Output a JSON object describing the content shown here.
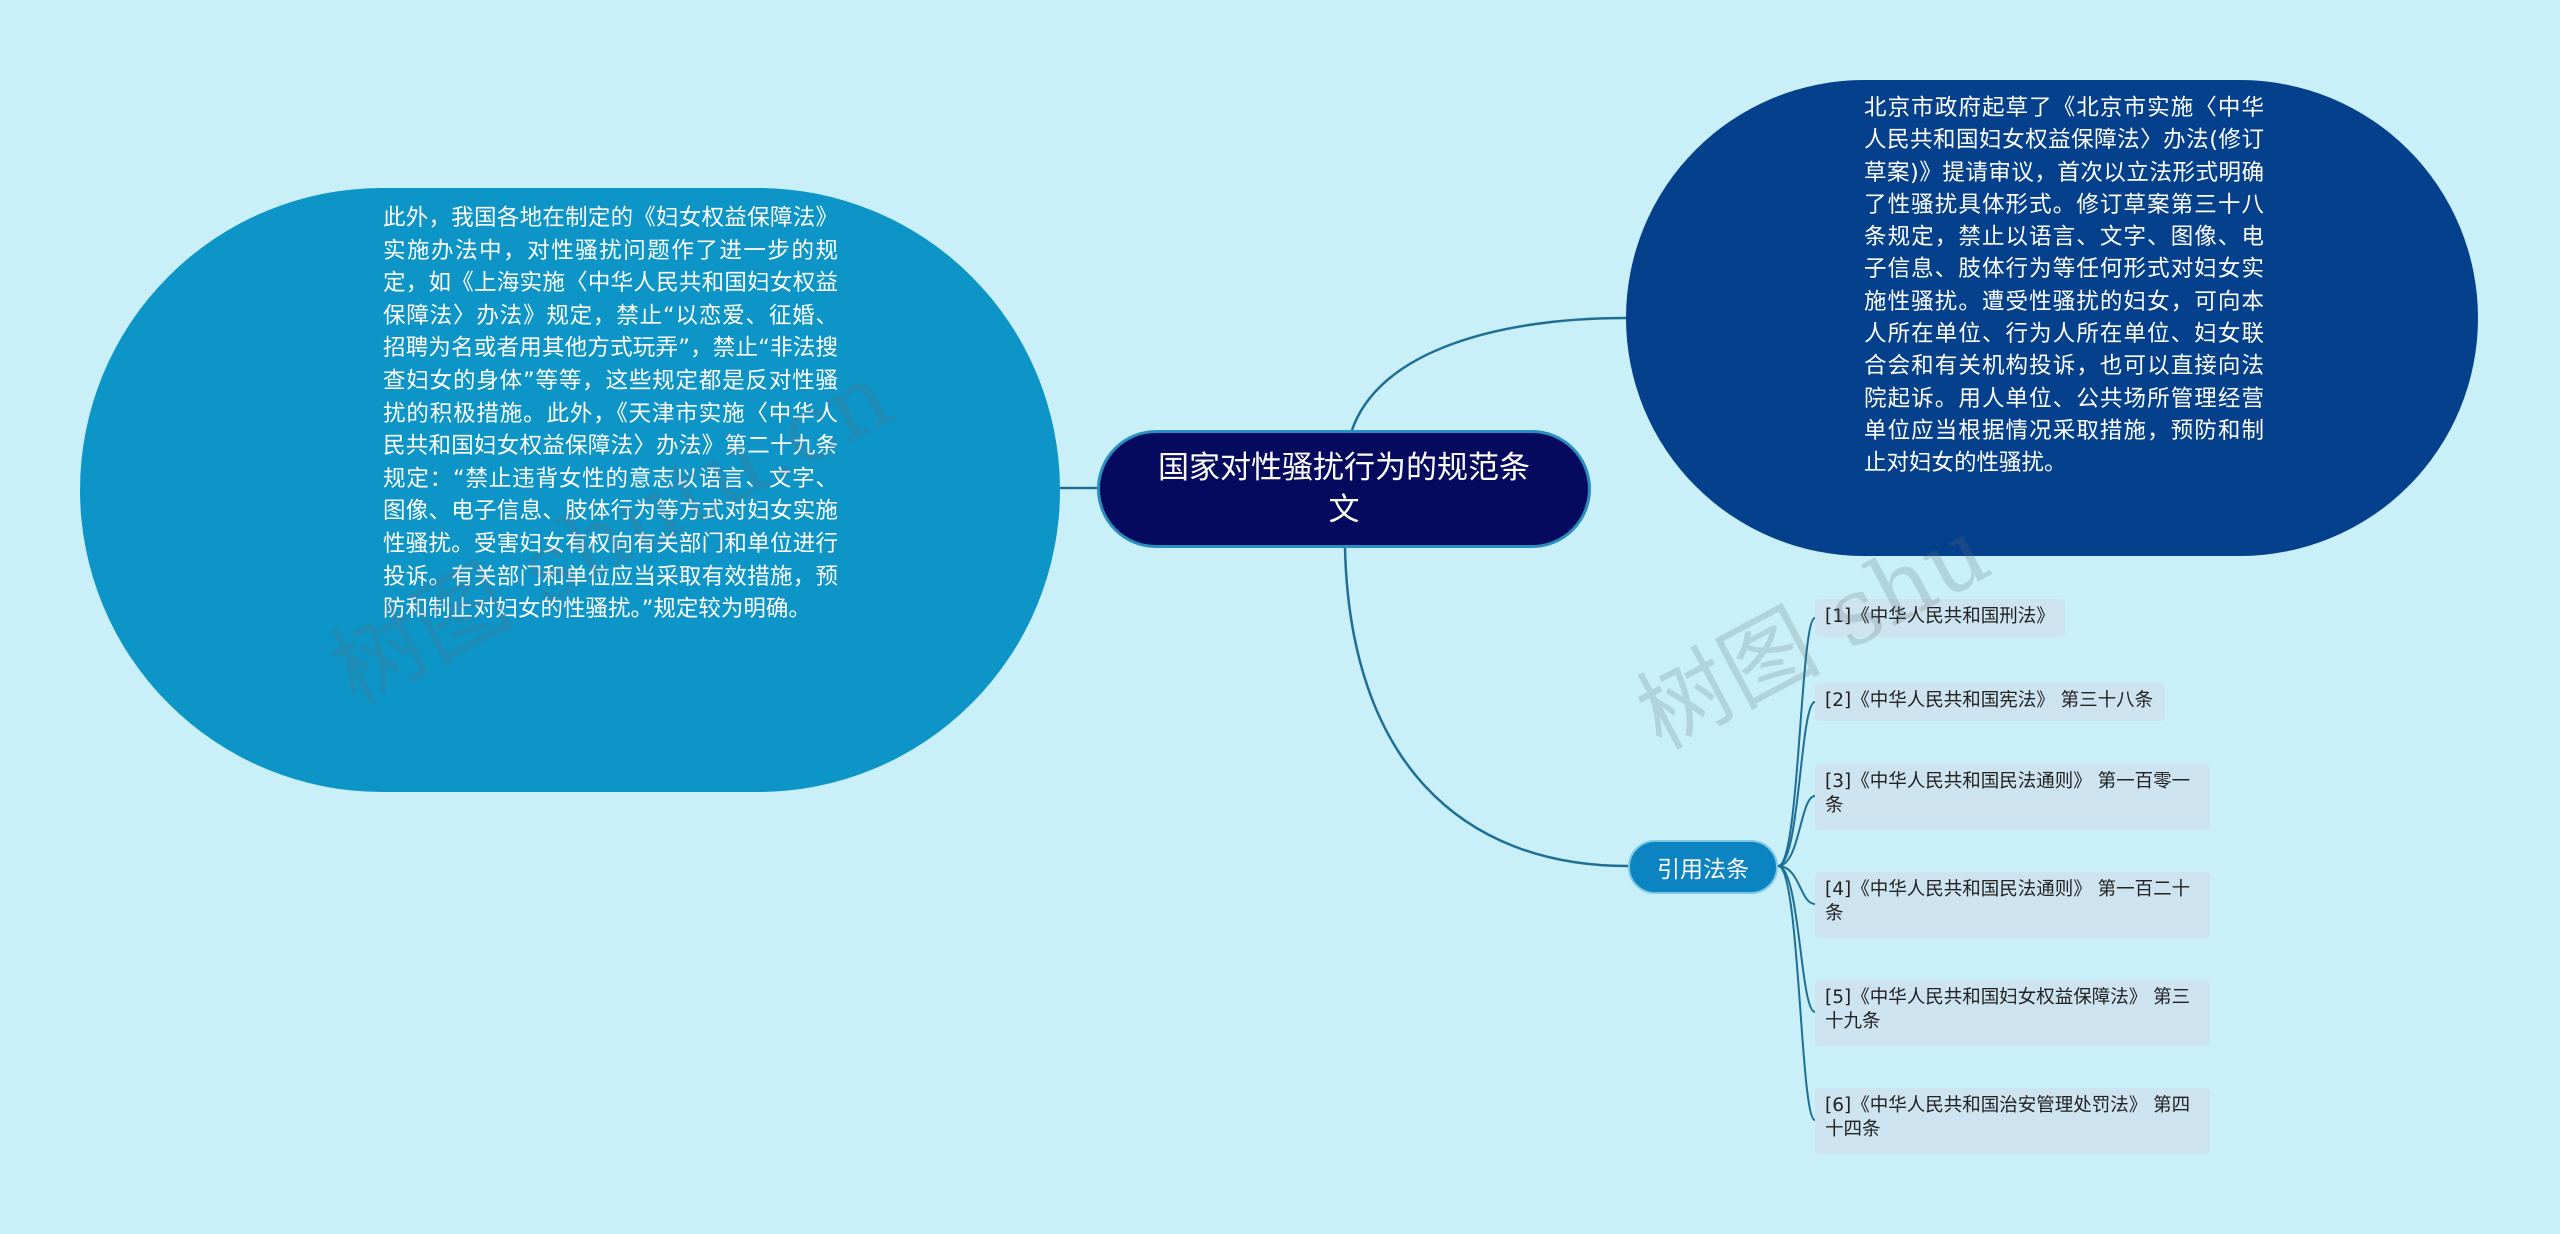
{
  "center": {
    "title": "国家对性骚扰行为的规范条文"
  },
  "left_node": {
    "text": "此外，我国各地在制定的《妇女权益保障法》实施办法中，对性骚扰问题作了进一步的规定，如《上海实施〈中华人民共和国妇女权益保障法〉办法》规定，禁止“以恋爱、征婚、招聘为名或者用其他方式玩弄”，禁止“非法搜查妇女的身体”等等，这些规定都是反对性骚扰的积极措施。此外，《天津市实施〈中华人民共和国妇女权益保障法〉办法》第二十九条规定：“禁止违背女性的意志以语言、文字、图像、电子信息、肢体行为等方式对妇女实施性骚扰。受害妇女有权向有关部门和单位进行投诉。有关部门和单位应当采取有效措施，预防和制止对妇女的性骚扰。”规定较为明确。"
  },
  "right_node": {
    "text": "北京市政府起草了《北京市实施〈中华人民共和国妇女权益保障法〉办法(修订草案)》提请审议，首次以立法形式明确了性骚扰具体形式。修订草案第三十八条规定，禁止以语言、文字、图像、电子信息、肢体行为等任何形式对妇女实施性骚扰。遭受性骚扰的妇女，可向本人所在单位、行为人所在单位、妇女联合会和有关机构投诉，也可以直接向法院起诉。用人单位、公共场所管理经营单位应当根据情况采取措施，预防和制止对妇女的性骚扰。"
  },
  "citation_node": {
    "label": "引用法条",
    "refs": [
      "[1]《中华人民共和国刑法》",
      "[2]《中华人民共和国宪法》 第三十八条",
      "[3]《中华人民共和国民法通则》 第一百零一条",
      "[4]《中华人民共和国民法通则》 第一百二十条",
      "[5]《中华人民共和国妇女权益保障法》 第三十九条",
      "[6]《中华人民共和国治安管理处罚法》 第四十四条"
    ]
  },
  "watermark": {
    "left": "树图 shutu.cn",
    "right": "树图 shu"
  },
  "colors": {
    "background": "#c9f0f8",
    "center": "#060a5e",
    "left_bubble": "#0d95c8",
    "right_bubble": "#05408c",
    "citation": "#0c84c2",
    "ref_box": "#cde3ef",
    "connector": "#1f6e96"
  }
}
